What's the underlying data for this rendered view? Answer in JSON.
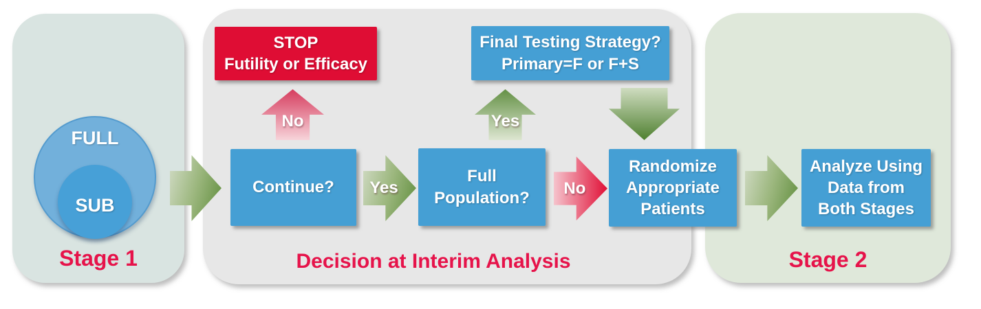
{
  "stage1": {
    "label": "Stage 1",
    "full_circle_label": "FULL",
    "sub_circle_label": "SUB"
  },
  "decision": {
    "label": "Decision at Interim Analysis",
    "stop_box": "STOP\nFutility or Efficacy",
    "final_strategy_box": "Final Testing Strategy?\nPrimary=F or F+S",
    "continue_box": "Continue?",
    "full_population_box": "Full\nPopulation?",
    "randomize_box": "Randomize\nAppropriate\nPatients",
    "arrow_labels": {
      "no_up": "No",
      "yes_right": "Yes",
      "yes_up": "Yes",
      "no_right": "No"
    }
  },
  "stage2": {
    "label": "Stage 2",
    "analyze_box": "Analyze Using\nData from\nBoth Stages"
  },
  "colors": {
    "box_blue": "#459fd4",
    "box_red": "#df0d34",
    "panel_gray": "#e7e7e7",
    "panel_teal": "#d9e4e1",
    "panel_green": "#dfe8da",
    "label_red": "#e6134a",
    "arrow_green_dark": "#5e8c3b",
    "arrow_green_light": "#d2dcc6",
    "arrow_red_dark": "#e00f36",
    "arrow_red_light": "#f5c3cc",
    "circle_outer_blue": "#72b0db",
    "circle_inner_blue": "#47a0d7"
  }
}
